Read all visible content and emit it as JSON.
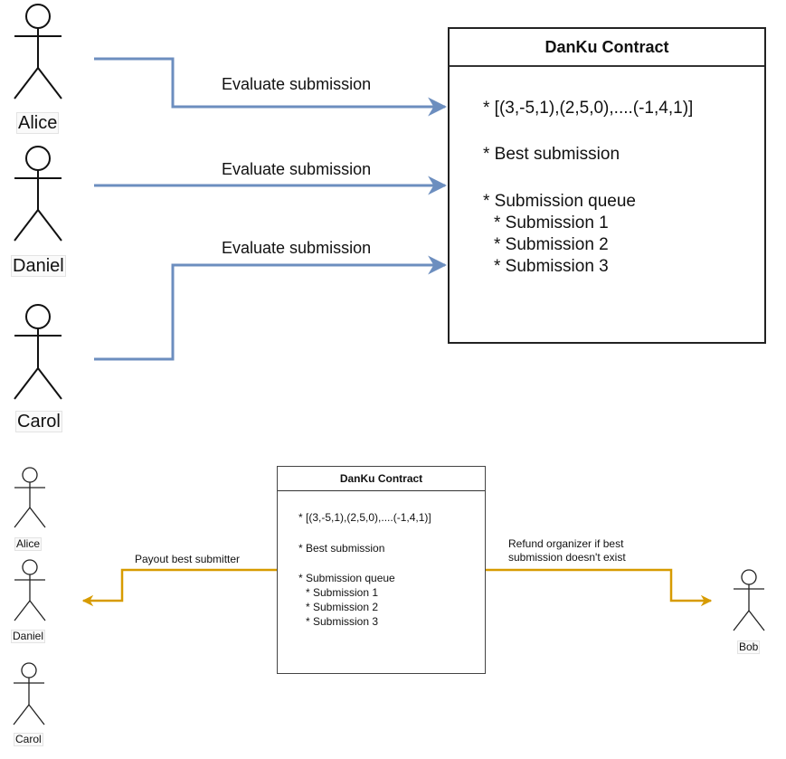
{
  "top_panel": {
    "actors": [
      {
        "name": "Alice"
      },
      {
        "name": "Daniel"
      },
      {
        "name": "Carol"
      }
    ],
    "edges": [
      {
        "label": "Evaluate submission",
        "from": "Alice",
        "to": "DanKu Contract"
      },
      {
        "label": "Evaluate submission",
        "from": "Daniel",
        "to": "DanKu Contract"
      },
      {
        "label": "Evaluate submission",
        "from": "Carol",
        "to": "DanKu Contract"
      }
    ],
    "contract": {
      "title": "DanKu Contract",
      "lines": [
        "* [(3,-5,1),(2,5,0),....(-1,4,1)]",
        "* Best submission",
        "* Submission queue",
        "* Submission 1",
        "* Submission 2",
        "* Submission 3"
      ]
    },
    "edge_color": "#6c8ebf"
  },
  "bottom_panel": {
    "actors": [
      {
        "name": "Alice"
      },
      {
        "name": "Daniel"
      },
      {
        "name": "Carol"
      },
      {
        "name": "Bob"
      }
    ],
    "edges": [
      {
        "label": "Payout best submitter",
        "from": "DanKu Contract",
        "to": "Submitters"
      },
      {
        "label_line1": "Refund organizer if best",
        "label_line2": "submission doesn't exist",
        "from": "DanKu Contract",
        "to": "Bob"
      }
    ],
    "contract": {
      "title": "DanKu Contract",
      "lines": [
        "* [(3,-5,1),(2,5,0),....(-1,4,1)]",
        "* Best submission",
        "* Submission queue",
        "* Submission 1",
        "* Submission 2",
        "* Submission 3"
      ]
    },
    "edge_color": "#d79b00"
  }
}
